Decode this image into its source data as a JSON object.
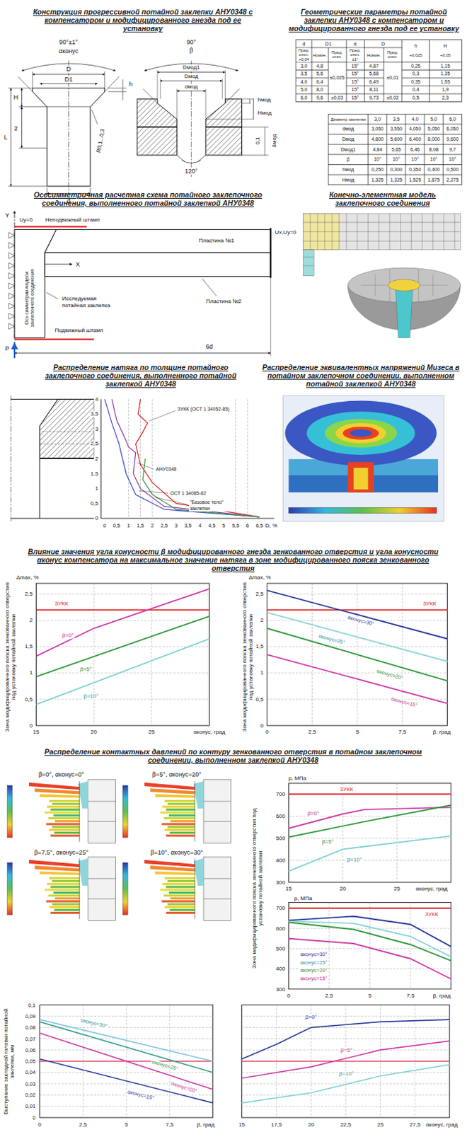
{
  "diagram": {
    "labels": [
      "Конструкция прогрессивной потайной заклепки АНУ0348 с компенсатором и модифицированного гнезда под ее установку",
      "Геометрические параметры потайной заклепки АНУ0348 с компенсатором и модифицированного гнезда под ее установку",
      "90°±1°",
      "αконус",
      "D",
      "D1",
      "H",
      "h",
      "2",
      "L",
      "R0,1...0,3",
      "d",
      "90°",
      "β",
      "Dмод1",
      "Dмод",
      "dмод",
      "hмод",
      "Hмод",
      "0,1",
      "δмод",
      "120°",
      "d",
      "D1",
      "α",
      "D",
      "h",
      "H",
      "Пред. откл. +0,04",
      "Номин.",
      "Пред. откл.",
      "Пред. откл. ±1°",
      "Номин.",
      "Пред. откл.",
      "+0,025",
      "+0,05",
      "3,0",
      "4,8",
      "±0,025",
      "15°",
      "4,87",
      "±0,01",
      "0,25",
      "1,15",
      "3,5",
      "5,6",
      "15°",
      "5,68",
      "0,3",
      "1,35",
      "4,0",
      "6,4",
      "15°",
      "6,49",
      "0,35",
      "1,55",
      "5,0",
      "8,0",
      "15°",
      "8,11",
      "0,4",
      "1,9",
      "6,0",
      "9,6",
      "±0,03",
      "15°",
      "9,73",
      "±0,02",
      "0,5",
      "2,3",
      "Диаметр заклепки",
      "3,0",
      "3,5",
      "4,0",
      "5,0",
      "6,0",
      "dмод",
      "3,050",
      "3,550",
      "4,050",
      "5,050",
      "6,050",
      "Dмод",
      "4,800",
      "5,600",
      "6,400",
      "8,000",
      "9,600",
      "Dмод1",
      "4,84",
      "5,65",
      "6,46",
      "8,08",
      "9,7",
      "β",
      "10°",
      "10°",
      "10°",
      "10°",
      "10°",
      "hмод",
      "0,250",
      "0,300",
      "0,350",
      "0,400",
      "0,500",
      "Hмод",
      "1,325",
      "1,325",
      "1,525",
      "1,875",
      "2,275",
      "Осесимметричная расчетная схема потайного заклепочного соединения, выполненного потайной заклепкой АНУ0348",
      "Конечно-элементная модель заклепочного соединения",
      "Y",
      "Uy=0",
      "Неподвижный штамп",
      "Ux,Uy=0",
      "Пластина №1",
      "X",
      "Пластина №2",
      "Ось симметрии модели заклепочного соединения",
      "Исследуемая потайная заклепка",
      "P",
      "Подвижный штамп",
      "6d",
      "Распределение натяга по толщине потайного заклепочного соединения, выполненного потайной заклепкой АНУ0348",
      "Распределение эквивалентных напряжений Мизеса в потайном заклепочном соединении, выполненном потайной заклепкой АНУ0348",
      "4",
      "3,5",
      "3",
      "2,5",
      "2",
      "1,5",
      "1",
      "0,5",
      "0",
      "0",
      "0,5",
      "1",
      "1,5",
      "2",
      "2,5",
      "3",
      "3,5",
      "4",
      "4,5",
      "5",
      "5,5",
      "6",
      "6,5",
      "D, %",
      "ЗУКК (ОСТ 1 34052-85)",
      "АНУ0348",
      "ОСТ 1 34085-82",
      "\"Базовое тело\" заклепки",
      "Влияние значения угла конусности β модифицированного гнезда зенкованного отверстия и угла конусности αконус компенсатора на максимальное значение натяга в зоне модифицированного пояска зенкованного отверстия",
      "Δmax, %",
      "2,5",
      "2",
      "1,5",
      "1",
      "0,5",
      "0",
      "15",
      "20",
      "25",
      "αконус, град",
      "Зона модифицированного пояска зенкованного отверстия под установку потайной заклепки",
      "ЗУКК",
      "β=0°",
      "β=5°",
      "β=10°",
      "Δmax, %",
      "2,5",
      "2",
      "1,5",
      "1",
      "0,5",
      "0",
      "0",
      "2,5",
      "5",
      "7,5",
      "β, град",
      "Зона модифицированного пояска зенкованного отверстия под установку потайной заклепки",
      "ЗУКК",
      "αконус=30°",
      "αконус=25°",
      "αконус=20°",
      "αконус=15°",
      "Распределение контактных давлений по контуру зенкованного отверстия в потайном заклепочном соединении, выполненном заклепкой АНУ0348",
      "β=0°, αконус=0°",
      "β=5°, αконус=20°",
      "β=7,5°, αконус=25°",
      "β=10°, αконус=30°",
      "p, МПа",
      "700",
      "600",
      "500",
      "400",
      "300",
      "15",
      "20",
      "25",
      "αконус, град",
      "ЗУКК",
      "β=0°",
      "β=5°",
      "β=10°",
      "Зона модифицированного пояска зенкованного отверстия под установку потайной заклепки",
      "p, МПа",
      "700",
      "600",
      "500",
      "400",
      "300",
      "0",
      "2,5",
      "5",
      "7,5",
      "β, град",
      "ЗУКК",
      "αконус=30°",
      "αконус=25°",
      "αконус=20°",
      "αконус=15°",
      "Выступание закладной головки потайной заклепки, мм",
      "0,1",
      "0,09",
      "0,08",
      "0,07",
      "0,06",
      "0,05",
      "0,04",
      "0,03",
      "0,02",
      "0,01",
      "0",
      "0",
      "2,5",
      "5",
      "7,5",
      "β, град",
      "αконус=30°",
      "αконус=25°",
      "αконус=20°",
      "αконус=15°",
      "15",
      "17,5",
      "20",
      "22,5",
      "25",
      "27,5",
      "αконус, град",
      "β=0°",
      "β=5°",
      "β=10°"
    ]
  }
}
